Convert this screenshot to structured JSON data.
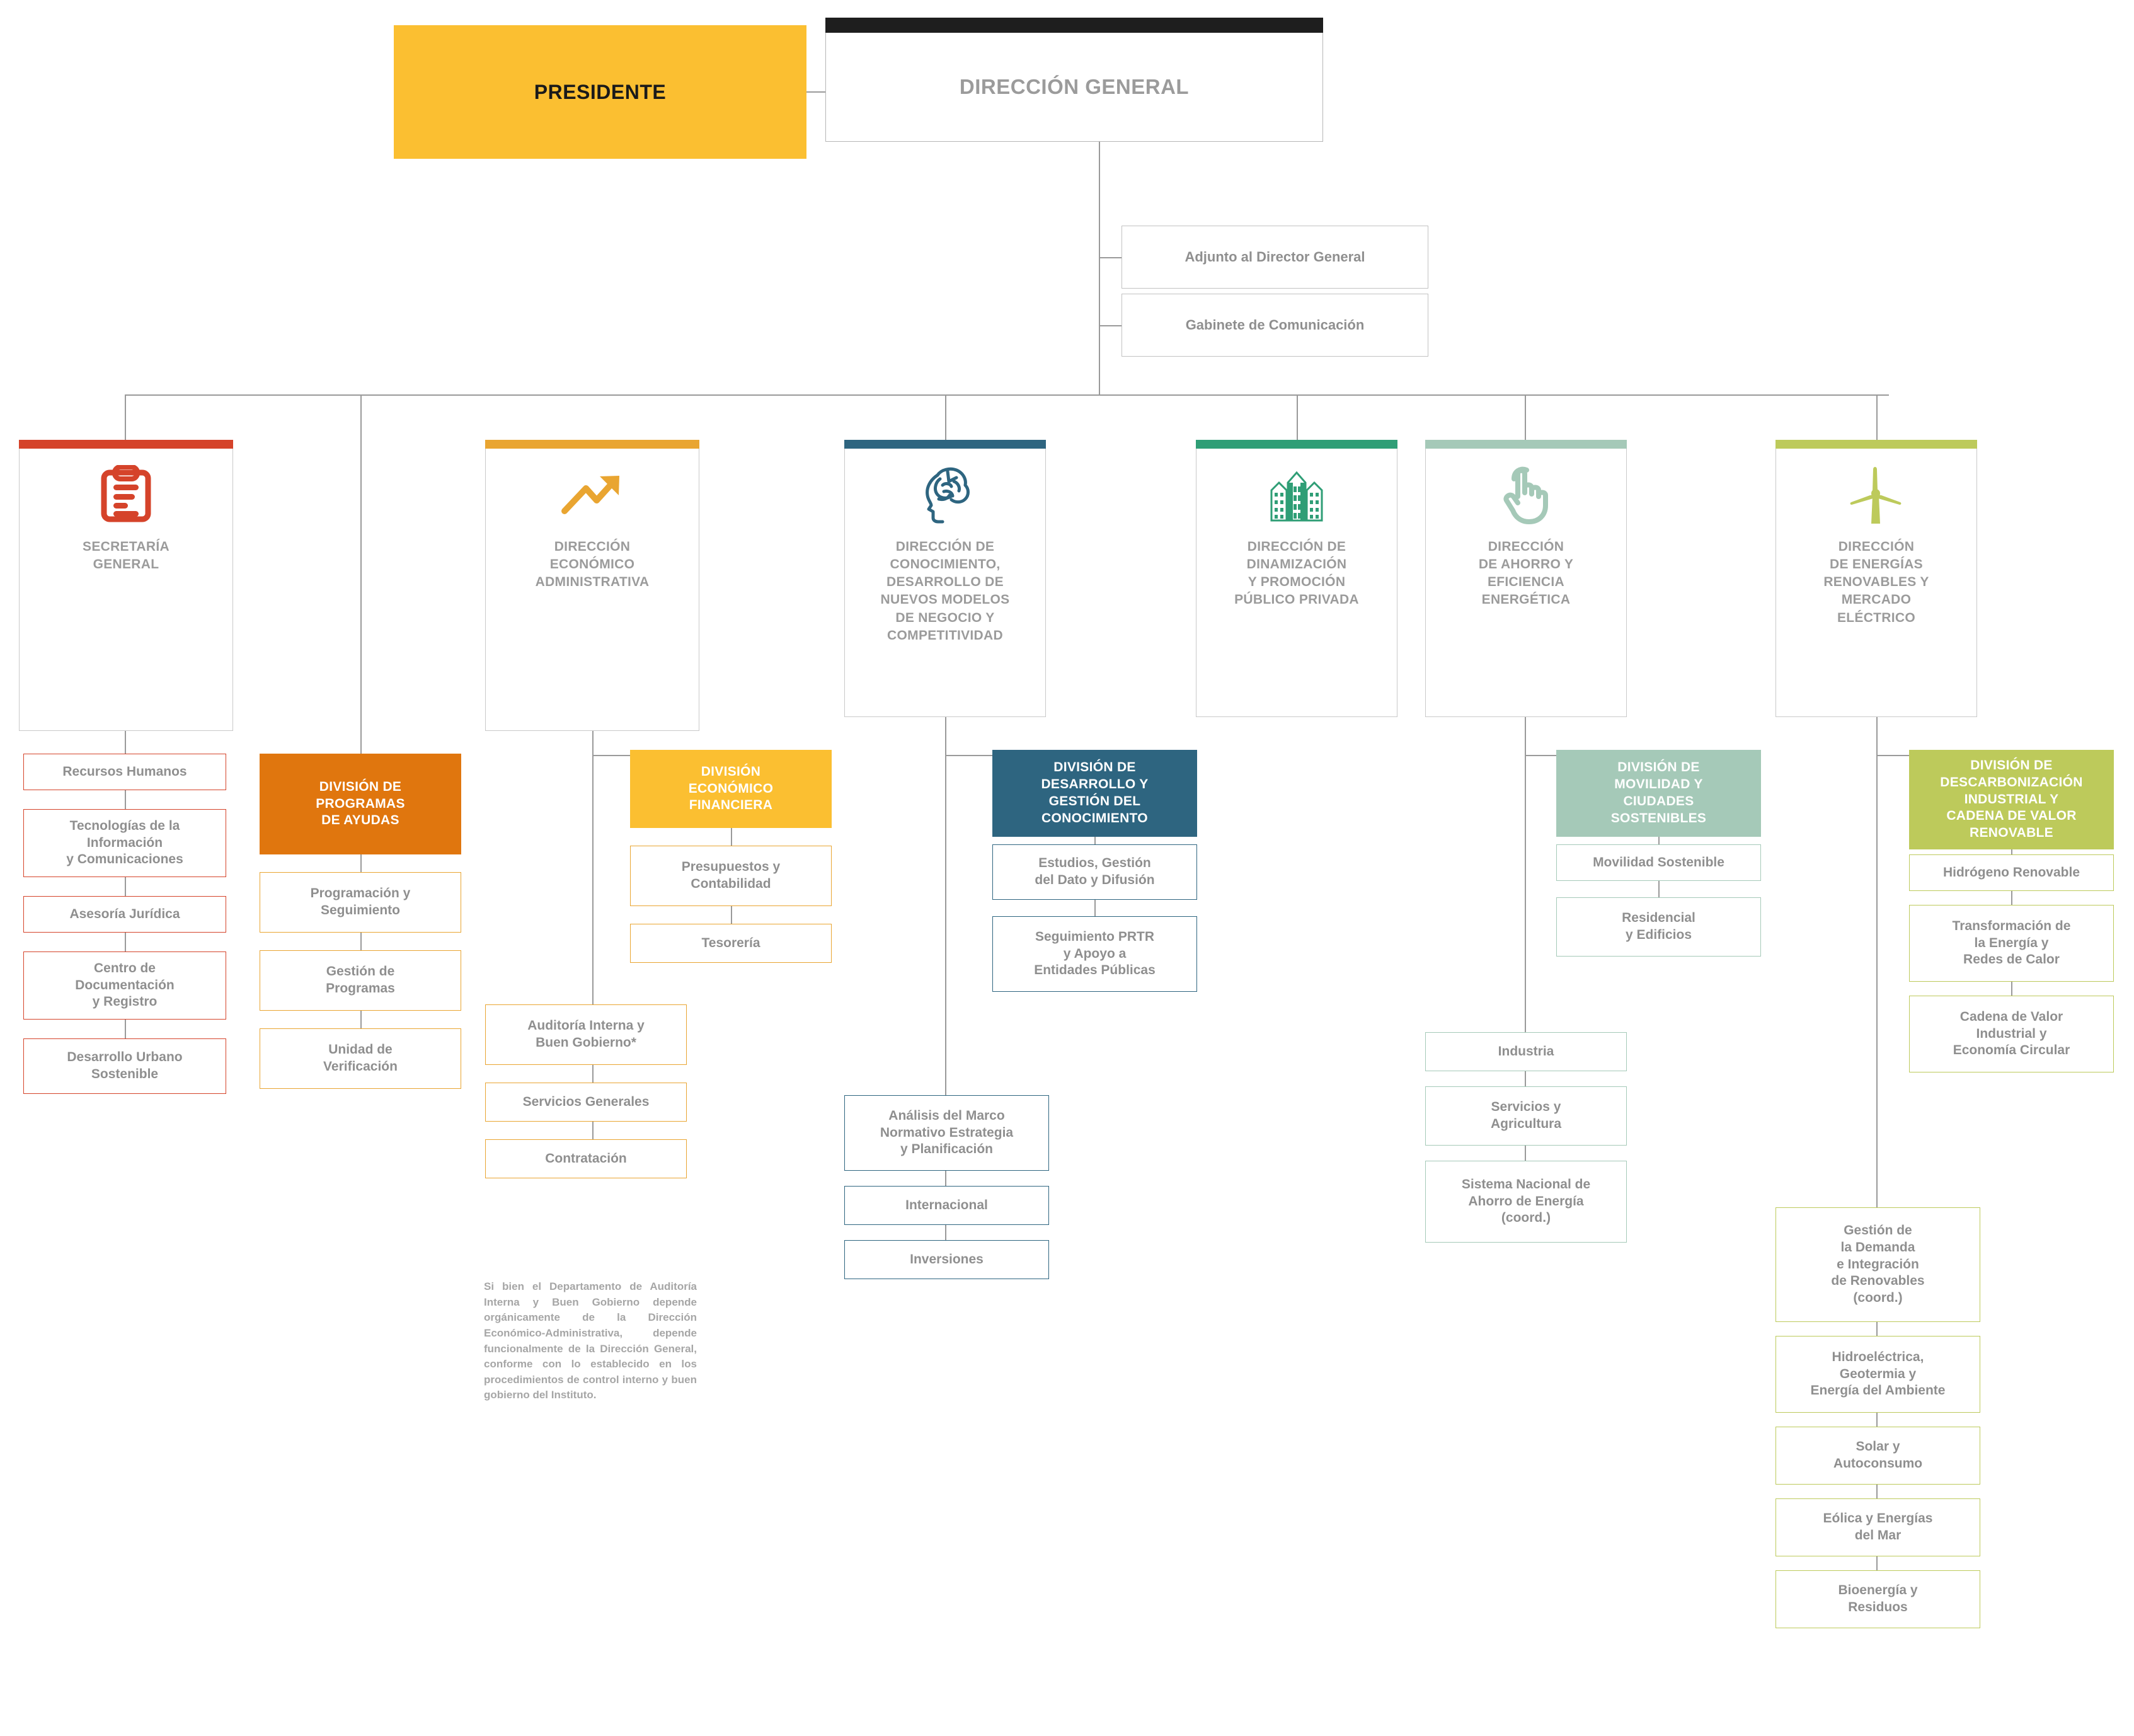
{
  "top": {
    "presidente": "PRESIDENTE",
    "direccion_general": "DIRECCIÓN GENERAL",
    "staff": [
      "Adjunto al Director General",
      "Gabinete de Comunicación"
    ]
  },
  "colors": {
    "presidente_bg": "#fbbf31",
    "dirgen_bar": "#1e1e1e",
    "secretaria": "#d5432a",
    "economico": "#e9a531",
    "programas_ayudas": "#e0760e",
    "economico_financiera": "#fbbf31",
    "conocimiento": "#2e6580",
    "desarrollo_conocimiento": "#2e6580",
    "dinamizacion": "#2f9e76",
    "ahorro": "#a5c9b8",
    "movilidad": "#a5c9b8",
    "renovables": "#bdca5b",
    "descarbonizacion": "#bdca5b",
    "connector": "#9a9a9a",
    "text_gray": "#9b9b9b"
  },
  "columns": [
    {
      "key": "secretaria-general",
      "icon": "clipboard-icon",
      "title": "SECRETARÍA\nGENERAL",
      "accent": "#d5432a",
      "leaves": [
        "Recursos Humanos",
        "Tecnologías de la\nInformación\ny Comunicaciones",
        "Asesoría Jurídica",
        "Centro de\nDocumentación\ny Registro",
        "Desarrollo Urbano\nSostenible"
      ]
    },
    {
      "key": "direccion-economico-administrativa",
      "icon": "trend-arrow-icon",
      "title": "DIRECCIÓN\nECONÓMICO\nADMINISTRATIVA",
      "accent": "#e9a531",
      "leaves": [
        "Auditoría Interna y\nBuen Gobierno*",
        "Servicios Generales",
        "Contratación"
      ]
    },
    {
      "key": "direccion-conocimiento",
      "icon": "brain-head-icon",
      "title": "DIRECCIÓN DE\nCONOCIMIENTO,\nDESARROLLO DE\nNUEVOS MODELOS\nDE NEGOCIO Y\nCOMPETITIVIDAD",
      "accent": "#2e6580",
      "leaves": [
        "Análisis del Marco\nNormativo Estrategia\ny Planificación",
        "Internacional",
        "Inversiones"
      ]
    },
    {
      "key": "direccion-dinamizacion",
      "icon": "buildings-icon",
      "title": "DIRECCIÓN DE\nDINAMIZACIÓN\nY PROMOCIÓN\nPÚBLICO PRIVADA",
      "accent": "#2f9e76",
      "leaves": []
    },
    {
      "key": "direccion-ahorro",
      "icon": "hand-click-icon",
      "title": "DIRECCIÓN\nDE AHORRO Y\nEFICIENCIA\nENERGÉTICA",
      "accent": "#a5c9b8",
      "leaves": [
        "Industria",
        "Servicios y\nAgricultura",
        "Sistema Nacional de\nAhorro de Energía\n(coord.)"
      ]
    },
    {
      "key": "direccion-renovables",
      "icon": "wind-turbine-icon",
      "title": "DIRECCIÓN\nDE ENERGÍAS\nRENOVABLES Y\nMERCADO\nELÉCTRICO",
      "accent": "#bdca5b",
      "leaves": [
        "Gestión de\nla Demanda\ne Integración\nde Renovables\n(coord.)",
        "Hidroeléctrica,\nGeotermia y\nEnergía del Ambiente",
        "Solar y\nAutoconsumo",
        "Eólica y Energías\ndel Mar",
        "Bioenergía y\nResiduos"
      ]
    }
  ],
  "divisions": [
    {
      "key": "division-programas-ayudas",
      "title": "DIVISIÓN DE\nPROGRAMAS\nDE AYUDAS",
      "bg": "#e0760e",
      "border": "#e9a531",
      "leaves": [
        "Programación y\nSeguimiento",
        "Gestión de\nProgramas",
        "Unidad de\nVerificación"
      ]
    },
    {
      "key": "division-economico-financiera",
      "title": "DIVISIÓN\nECONÓMICO\nFINANCIERA",
      "bg": "#fbbf31",
      "border": "#e9a531",
      "leaves": [
        "Presupuestos y\nContabilidad",
        "Tesorería"
      ]
    },
    {
      "key": "division-desarrollo-gestion-conocimiento",
      "title": "DIVISIÓN DE\nDESARROLLO Y\nGESTIÓN DEL\nCONOCIMIENTO",
      "bg": "#2e6580",
      "border": "#2e6580",
      "leaves": [
        "Estudios, Gestión\ndel Dato y Difusión",
        "Seguimiento PRTR\ny Apoyo a\nEntidades Públicas"
      ]
    },
    {
      "key": "division-movilidad-ciudades",
      "title": "DIVISIÓN DE\nMOVILIDAD Y\nCIUDADES\nSOSTENIBLES",
      "bg": "#a5c9b8",
      "border": "#a5c9b8",
      "leaves": [
        "Movilidad Sostenible",
        "Residencial\ny Edificios"
      ]
    },
    {
      "key": "division-descarbonizacion",
      "title": "DIVISIÓN DE\nDESCARBONIZACIÓN\nINDUSTRIAL Y\nCADENA DE VALOR\nRENOVABLE",
      "bg": "#bdca5b",
      "border": "#bdca5b",
      "leaves": [
        "Hidrógeno Renovable",
        "Transformación de\nla Energía y\nRedes de Calor",
        "Cadena de Valor\nIndustrial y\nEconomía Circular"
      ]
    }
  ],
  "footnote": "Si bien el Departamento de Auditoría Interna y Buen Gobierno depende orgánicamente de la Dirección Económico-Administrativa, depende funcionalmente de la Dirección General, conforme con lo establecido en los procedimientos de control interno y buen gobierno del Instituto."
}
